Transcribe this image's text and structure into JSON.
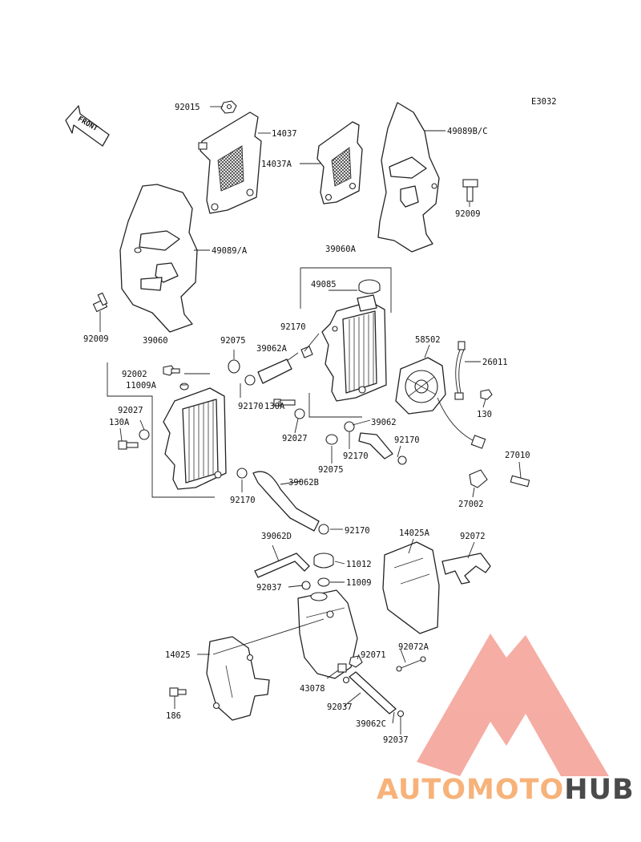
{
  "diagram": {
    "code": "E3032",
    "front_label": "FRONT",
    "parts": {
      "p92015": "92015",
      "p14037": "14037",
      "p14037A": "14037A",
      "p49089BC": "49089B/C",
      "p92009_right": "92009",
      "p49089A": "49089/A",
      "p92009_left": "92009",
      "p39060A": "39060A",
      "p49085": "49085",
      "p39060": "39060",
      "p92075_top": "92075",
      "p92170_a": "92170",
      "p39062A": "39062A",
      "p58502": "58502",
      "p26011": "26011",
      "p92002": "92002",
      "p11009A": "11009A",
      "p92170_b": "92170",
      "p130A_mid": "130A",
      "p92027_mid": "92027",
      "p130_right": "130",
      "p92027_left": "92027",
      "p130A_left": "130A",
      "p39062": "39062",
      "p92170_c": "92170",
      "p92170_d": "92170",
      "p92075_mid": "92075",
      "p27010": "27010",
      "p92170_e": "92170",
      "p39062B": "39062B",
      "p27002": "27002",
      "p92170_f": "92170",
      "p39062D": "39062D",
      "p14025A": "14025A",
      "p92072": "92072",
      "p11012": "11012",
      "p92037_a": "92037",
      "p11009": "11009",
      "p14025": "14025",
      "p92071": "92071",
      "p92072A": "92072A",
      "p43078": "43078",
      "p186": "186",
      "p92037_b": "92037",
      "p39062C": "39062C",
      "p92037_c": "92037"
    }
  },
  "watermark": {
    "text_part1": "AUTOMOTO",
    "text_part2": "HUB",
    "color_light": "#f4a49a",
    "color_orange": "#f7b27a",
    "color_dark": "#4a4a4a"
  }
}
